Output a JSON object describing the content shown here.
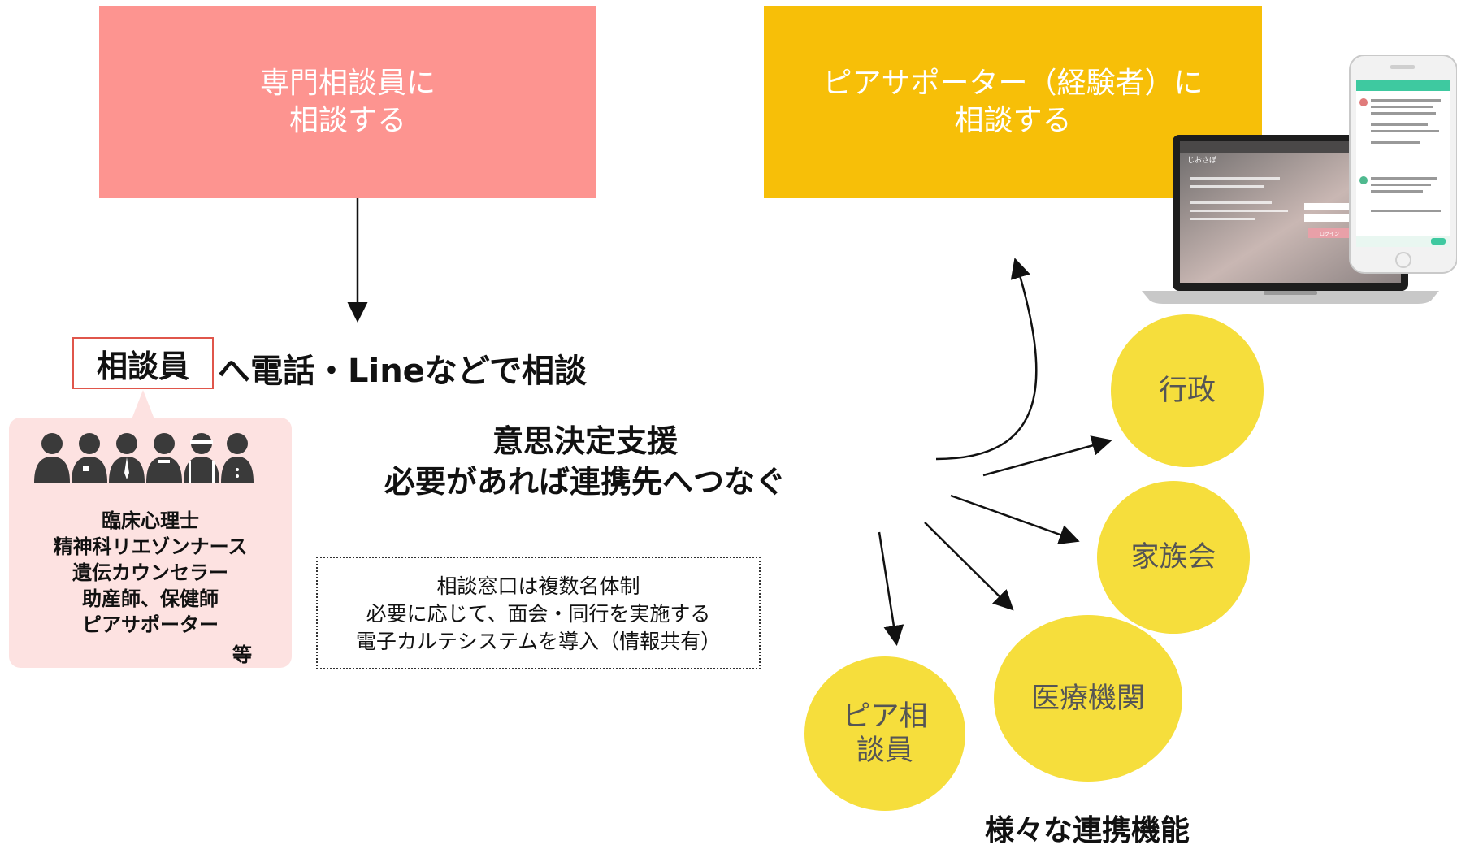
{
  "top_boxes": {
    "left": {
      "text": "専門相談員に\n相談する",
      "color": "#fd9490"
    },
    "right": {
      "text": "ピアサポーター（経験者）に\n相談する",
      "color": "#f7bf08"
    }
  },
  "consultant": {
    "tag": "相談員",
    "suffix": "へ電話・Lineなどで相談"
  },
  "roles": [
    "臨床心理士",
    "精神科リエゾンナース",
    "遺伝カウンセラー",
    "助産師、保健師",
    "ピアサポーター"
  ],
  "roles_suffix": "等",
  "decision": {
    "line1": "意思決定支援",
    "line2": "必要があれば連携先へつなぐ"
  },
  "note": {
    "line1": "相談窓口は複数名体制",
    "line2": "必要に応じて、面会・同行を実施する",
    "line3": "電子カルテシステムを導入（情報共有）"
  },
  "partners": {
    "gyosei": "行政",
    "kazoku": "家族会",
    "iryo": "医療機関",
    "peer": "ピア相\n談員"
  },
  "network_title": "様々な連携機能",
  "device_screen": {
    "app_name": "じおさぽ",
    "button": "ログイン"
  },
  "colors": {
    "circle": "#f6de3c",
    "border_red": "#e0564b",
    "bubble": "#fde2e1"
  }
}
